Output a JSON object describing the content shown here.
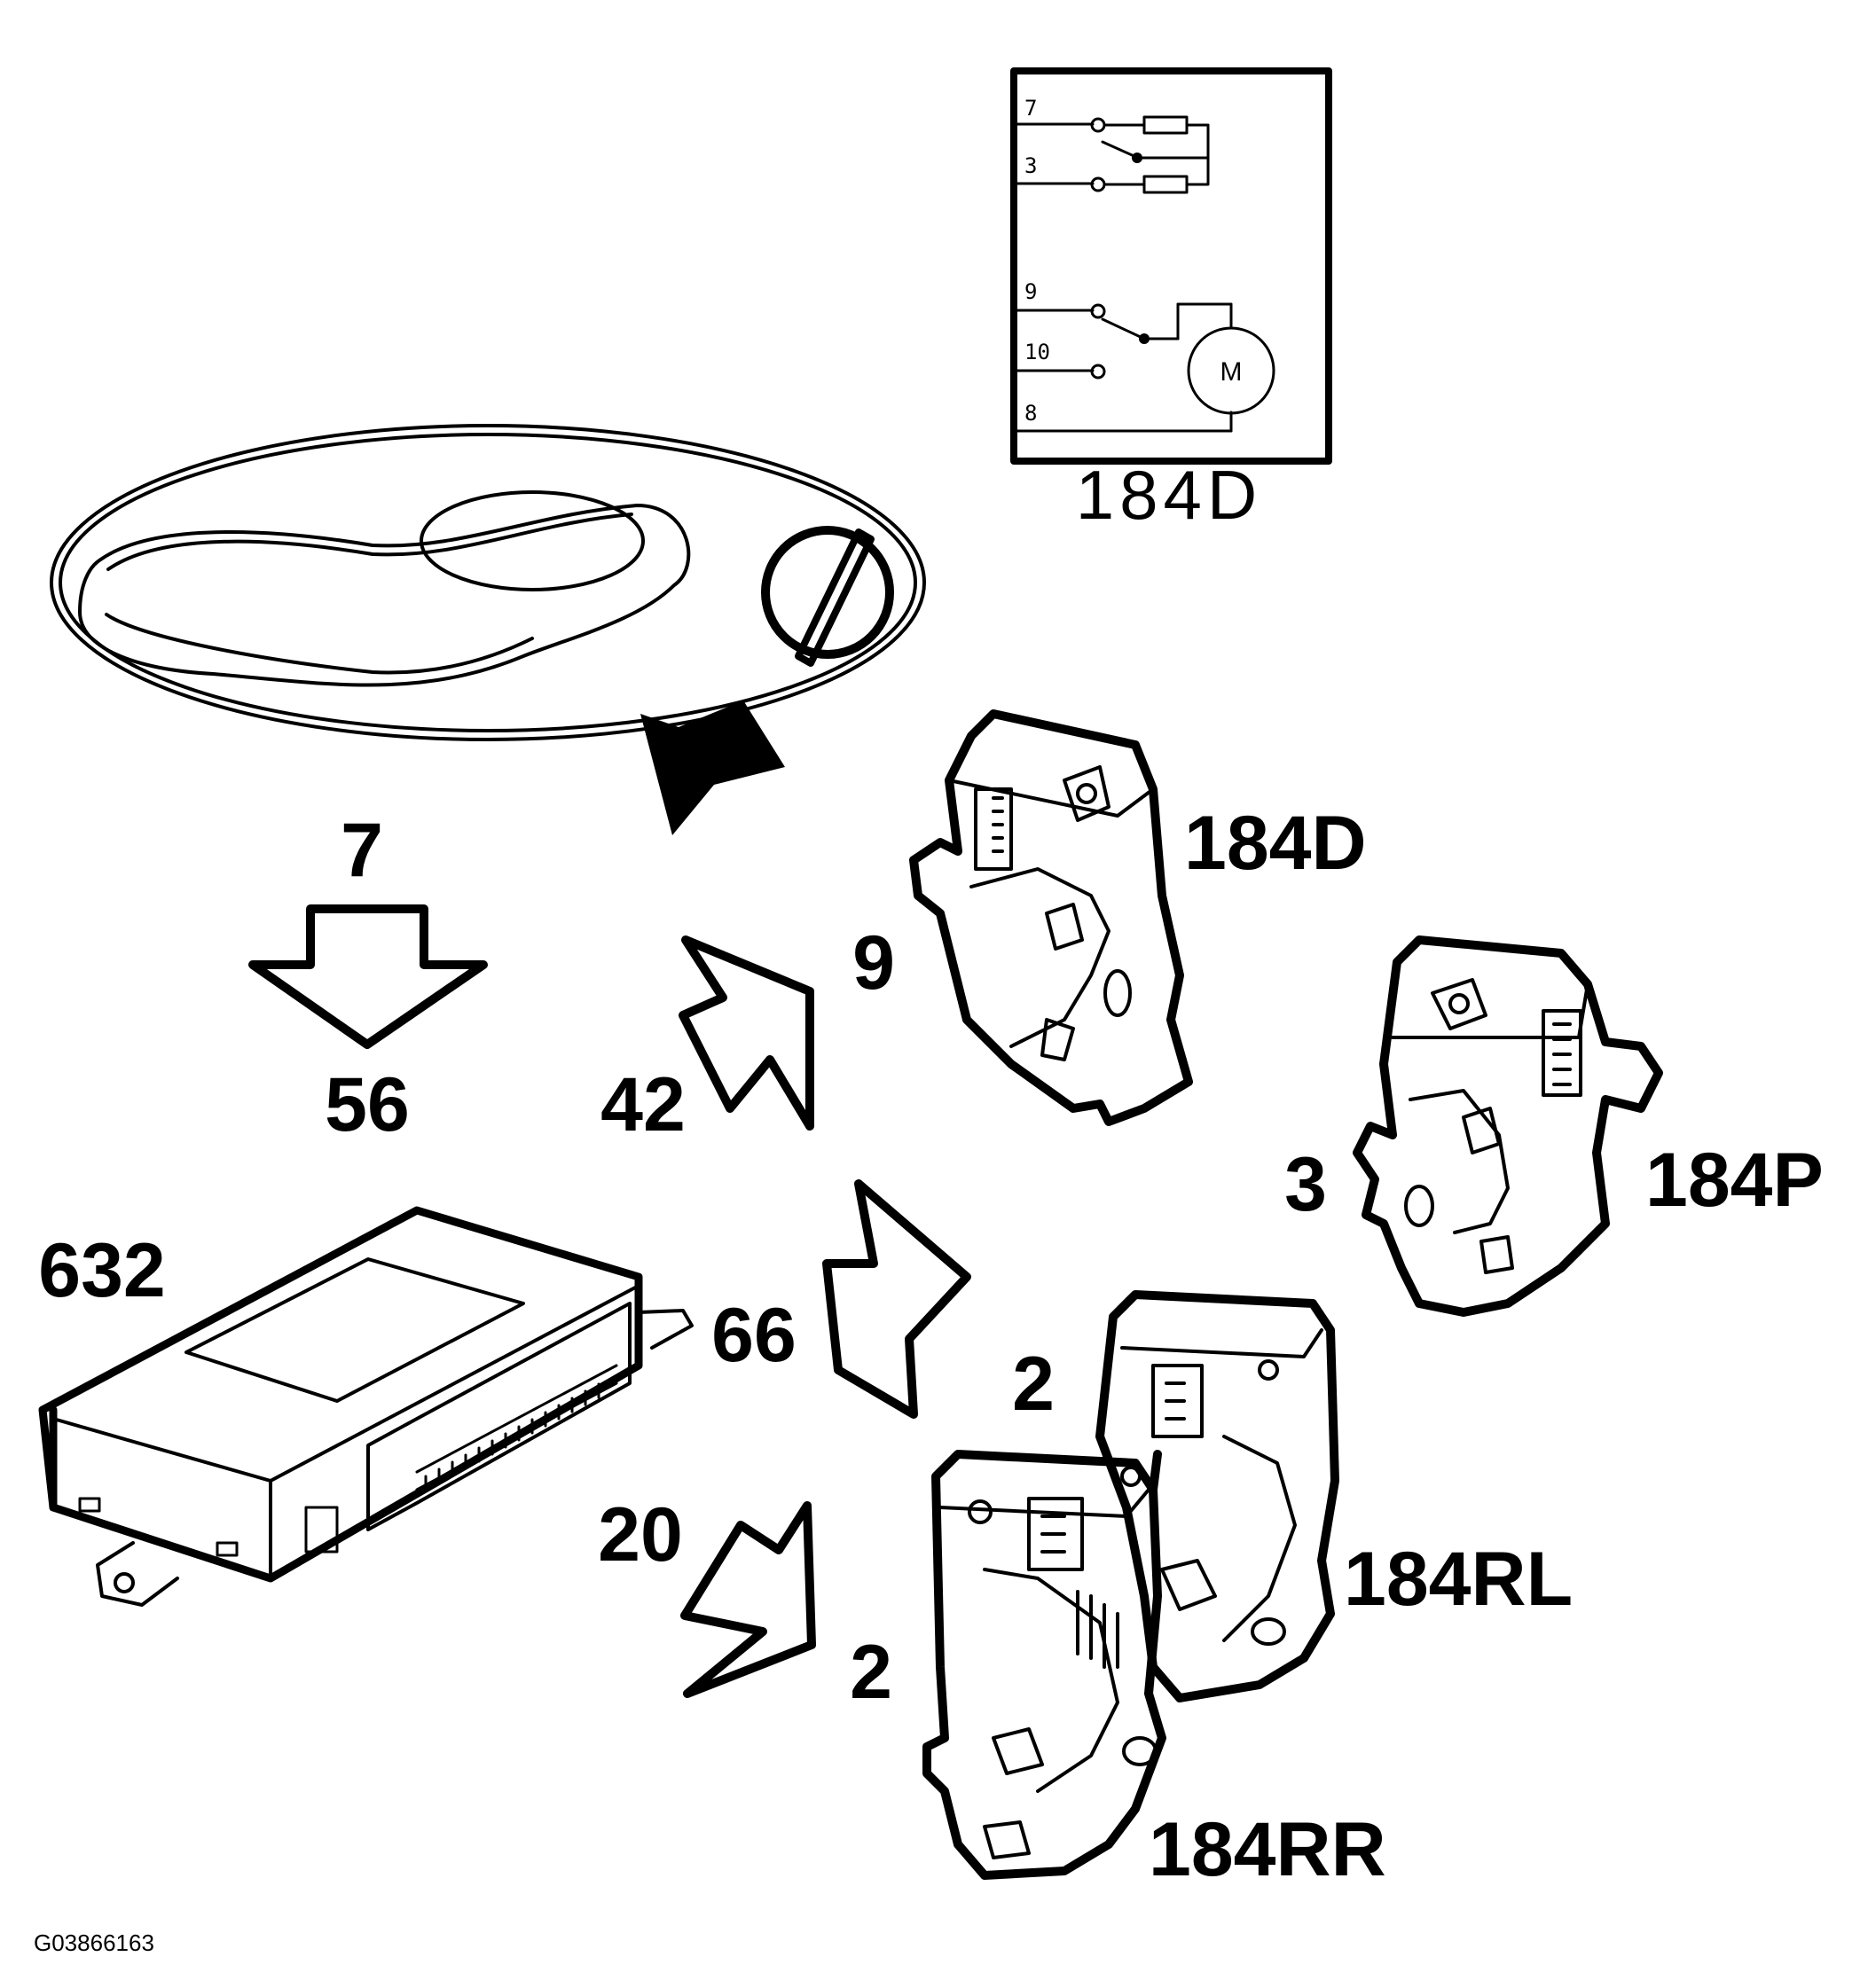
{
  "schematic": {
    "title": "184D",
    "pins": [
      "7",
      "3",
      "9",
      "10",
      "8"
    ],
    "motor_label": "M"
  },
  "arrow_7_56": {
    "top_label": "7",
    "bottom_label": "56"
  },
  "labels": {
    "module": "632",
    "arrow_42": "42",
    "arrow_66": "66",
    "arrow_20": "20",
    "lock_184D": "184D",
    "lock_184D_pin": "9",
    "lock_184P": "184P",
    "lock_184P_pin": "3",
    "lock_184RL": "184RL",
    "lock_184RL_pin": "2",
    "lock_184RR": "184RR",
    "lock_184RR_pin": "2"
  },
  "figure_code": "G03866163"
}
